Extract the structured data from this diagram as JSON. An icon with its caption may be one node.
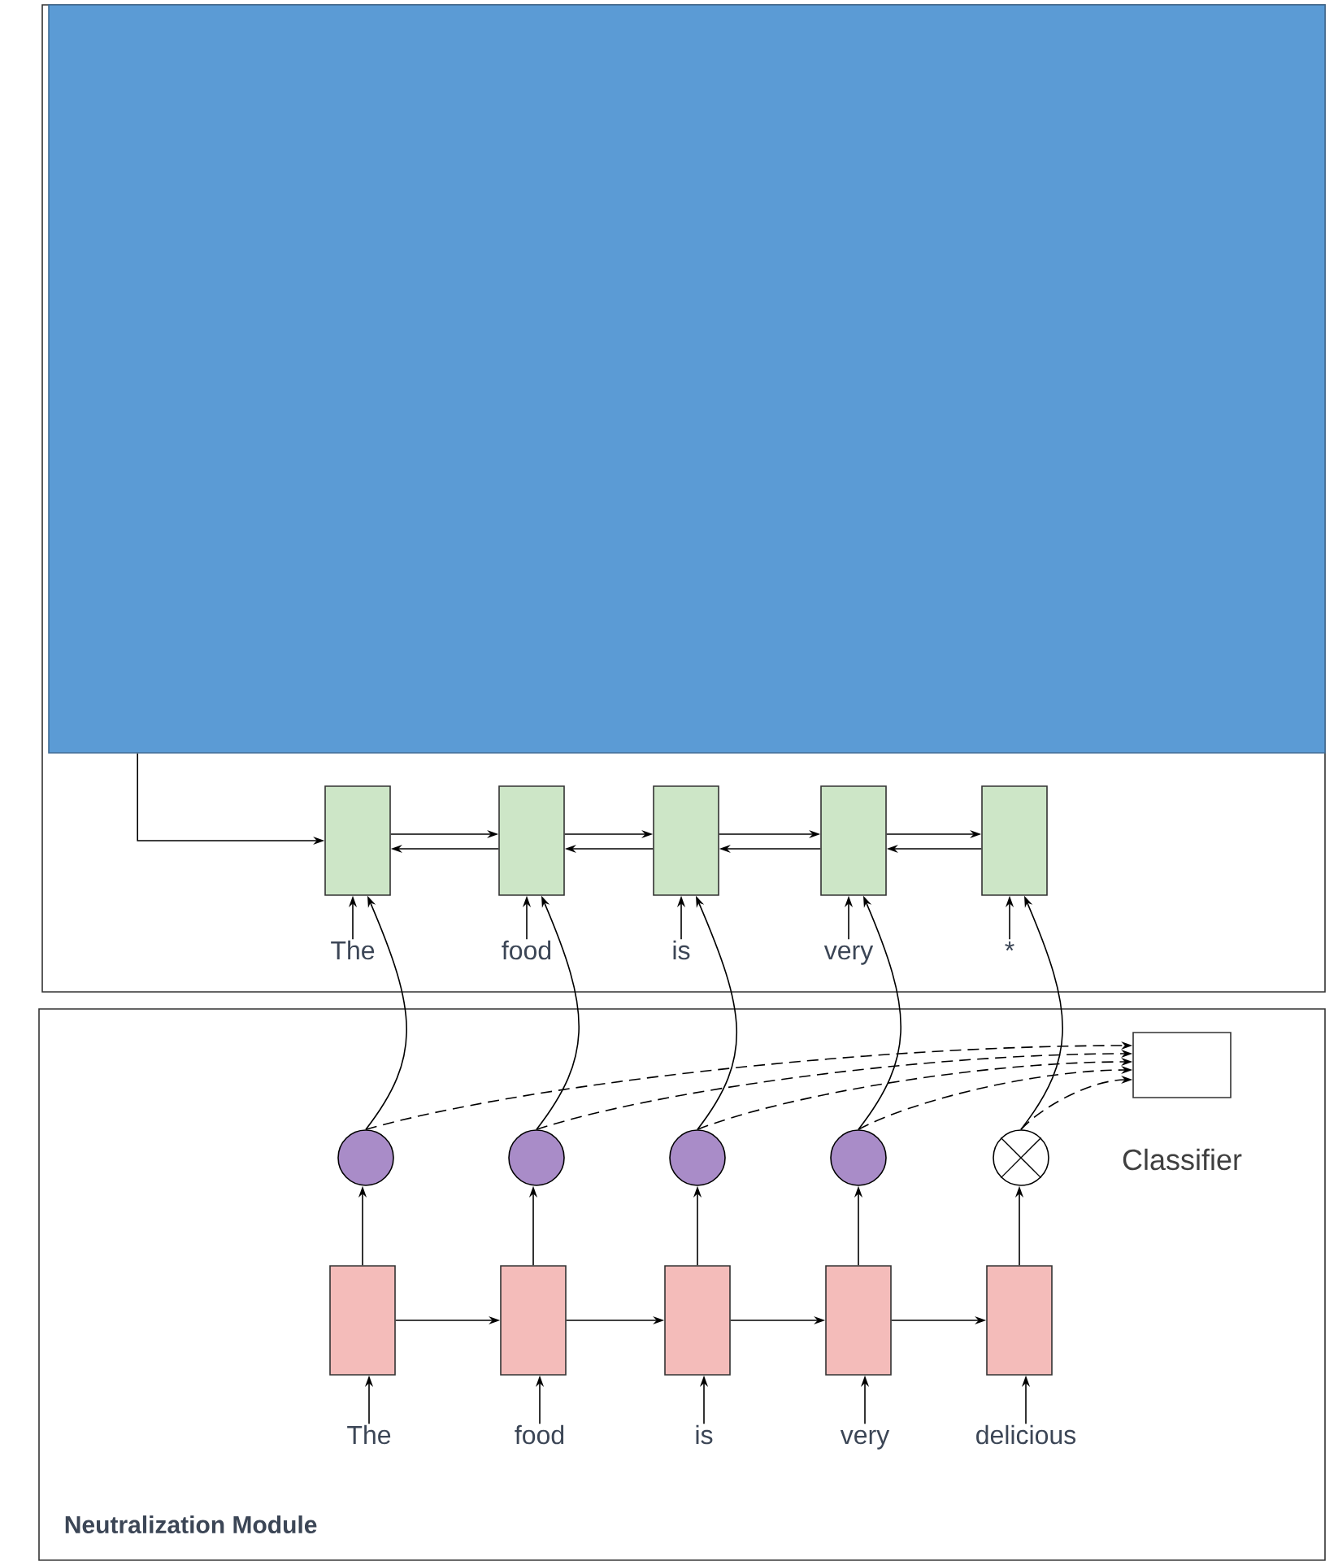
{
  "diagram": {
    "nodes": [
      {
        "text": [],
        "shape": "box"
      },
      {
        "text": [],
        "shape": "box",
        "in": 0
      },
      {
        "text": [],
        "shape": "box",
        "in": 0
      },
      {
        "text": [],
        "shape": "box",
        "in": 0
      },
      {
        "text": [],
        "shape": "box",
        "in": 0
      },
      {
        "text": [],
        "shape": "box",
        "in": 0
      },
      {
        "text": [],
        "shape": "box",
        "in": 0
      },
      {
        "text": [
          "The"
        ],
        "in": 0
      },
      {
        "text": [
          "food"
        ],
        "in": 0
      },
      {
        "text": [
          "is"
        ],
        "in": 0
      },
      {
        "text": [
          "very"
        ],
        "in": 0
      },
      {
        "text": [
          "*"
        ],
        "in": 0
      },
      {
        "text": [
          "Neutralization Module"
        ]
      },
      {
        "text": [],
        "shape": "circle",
        "in": 12
      },
      {
        "text": [],
        "shape": "circle",
        "in": 12
      },
      {
        "text": [],
        "shape": "circle",
        "in": 12
      },
      {
        "text": [],
        "shape": "circle",
        "in": 12
      },
      {
        "text": [],
        "shape": "circle",
        "in": 12
      },
      {
        "text": [],
        "shape": "box",
        "in": 12,
        "beside": [
          "Classifier"
        ]
      },
      {
        "text": [],
        "shape": "box",
        "in": 12
      },
      {
        "text": [],
        "shape": "box",
        "in": 12
      },
      {
        "text": [],
        "shape": "box",
        "in": 12
      },
      {
        "text": [],
        "shape": "box",
        "in": 12
      },
      {
        "text": [],
        "shape": "box",
        "in": 12
      },
      {
        "text": [
          "The"
        ],
        "in": 12
      },
      {
        "text": [
          "food"
        ],
        "in": 12
      },
      {
        "text": [
          "is"
        ],
        "in": 12
      },
      {
        "text": [
          "very"
        ],
        "in": 12
      },
      {
        "text": [
          "delicious"
        ],
        "in": 12
      }
    ],
    "edges": [
      {
        "from": 1,
        "to": 2,
        "arrow": "to"
      },
      {
        "from": 2,
        "to": 3,
        "arrow": "to"
      },
      {
        "from": 3,
        "to": 2,
        "arrow": "to"
      },
      {
        "from": 3,
        "to": 4,
        "arrow": "to"
      },
      {
        "from": 4,
        "to": 3,
        "arrow": "to"
      },
      {
        "from": 4,
        "to": 5,
        "arrow": "to"
      },
      {
        "from": 5,
        "to": 4,
        "arrow": "to"
      },
      {
        "from": 5,
        "to": 6,
        "arrow": "to"
      },
      {
        "from": 6,
        "to": 5,
        "arrow": "to"
      },
      {
        "from": 7,
        "to": 2,
        "arrow": "to"
      },
      {
        "from": 8,
        "to": 3,
        "arrow": "to"
      },
      {
        "from": 9,
        "to": 4,
        "arrow": "to"
      },
      {
        "from": 10,
        "to": 5,
        "arrow": "to"
      },
      {
        "from": 11,
        "to": 6,
        "arrow": "to"
      },
      {
        "from": 13,
        "to": 2,
        "arrow": "to"
      },
      {
        "from": 14,
        "to": 3,
        "arrow": "to"
      },
      {
        "from": 15,
        "to": 4,
        "arrow": "to"
      },
      {
        "from": 16,
        "to": 5,
        "arrow": "to"
      },
      {
        "from": 17,
        "to": 6,
        "arrow": "to"
      },
      {
        "from": 13,
        "to": 18,
        "arrow": "to",
        "style": "dashed"
      },
      {
        "from": 14,
        "to": 18,
        "arrow": "to",
        "style": "dashed"
      },
      {
        "from": 15,
        "to": 18,
        "arrow": "to",
        "style": "dashed"
      },
      {
        "from": 16,
        "to": 18,
        "arrow": "to",
        "style": "dashed"
      },
      {
        "from": 17,
        "to": 18,
        "arrow": "to",
        "style": "dashed"
      },
      {
        "from": 19,
        "to": 13,
        "arrow": "to"
      },
      {
        "from": 20,
        "to": 14,
        "arrow": "to"
      },
      {
        "from": 21,
        "to": 15,
        "arrow": "to"
      },
      {
        "from": 22,
        "to": 16,
        "arrow": "to"
      },
      {
        "from": 23,
        "to": 17,
        "arrow": "to"
      },
      {
        "from": 19,
        "to": 20,
        "arrow": "to"
      },
      {
        "from": 20,
        "to": 21,
        "arrow": "to"
      },
      {
        "from": 21,
        "to": 22,
        "arrow": "to"
      },
      {
        "from": 22,
        "to": 23,
        "arrow": "to"
      },
      {
        "from": 24,
        "to": 19,
        "arrow": "to"
      },
      {
        "from": 25,
        "to": 20,
        "arrow": "to"
      },
      {
        "from": 26,
        "to": 21,
        "arrow": "to"
      },
      {
        "from": 27,
        "to": 22,
        "arrow": "to"
      },
      {
        "from": 28,
        "to": 23,
        "arrow": "to"
      }
    ]
  }
}
